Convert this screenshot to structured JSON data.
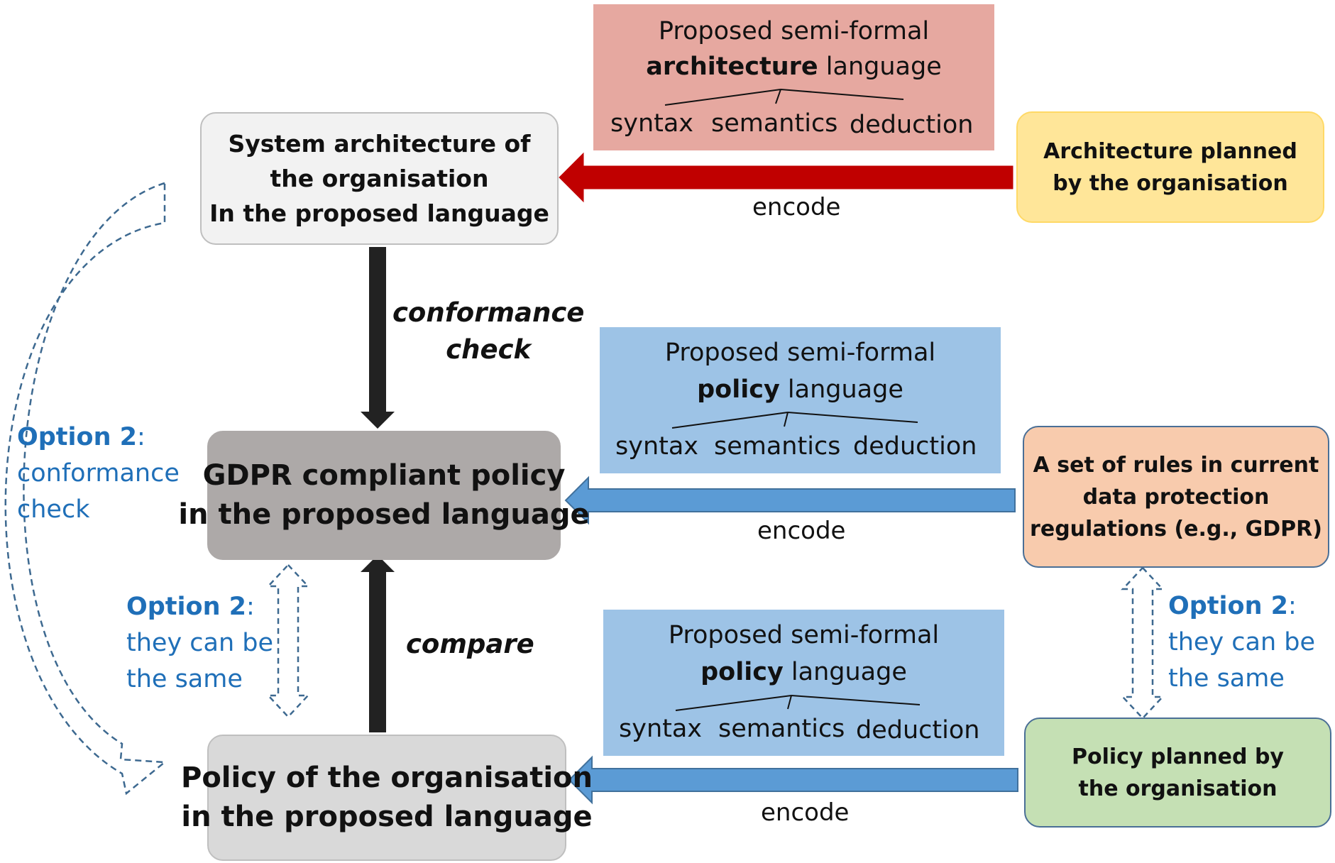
{
  "colors": {
    "arch_box_fill": "#f2f2f2",
    "gdpr_box_fill": "#ada9a8",
    "policy_box_fill": "#d9d9d9",
    "planned_arch_fill": "#ffe699",
    "rules_fill": "#f8cbad",
    "planned_policy_fill": "#c5e0b4",
    "arch_lang_fill": "#e6a8a0",
    "policy_lang_fill": "#9dc3e6",
    "red_arrow": "#c00000",
    "blue_arrow": "#5b9bd5",
    "black_arrow": "#222222",
    "option_text": "#1f6fb8",
    "dashed_stroke": "#3d6990"
  },
  "boxes": {
    "system_architecture": [
      "System architecture of",
      "the organisation",
      "In the proposed language"
    ],
    "gdpr_policy": [
      "GDPR compliant policy",
      "in the proposed language"
    ],
    "org_policy": [
      "Policy of the organisation",
      "in the proposed language"
    ],
    "architecture_planned": [
      "Architecture planned",
      "by the  organisation"
    ],
    "rules": [
      "A set of rules in current",
      "data protection",
      "regulations (e.g., GDPR)"
    ],
    "policy_planned": [
      "Policy planned by",
      "the organisation"
    ]
  },
  "languages": {
    "architecture": {
      "line1": "Proposed semi-formal",
      "keyword": "architecture",
      "suffix": " language",
      "parts": [
        "syntax",
        "semantics",
        "deduction"
      ]
    },
    "policy_top": {
      "line1": "Proposed semi-formal",
      "keyword": "policy",
      "suffix": " language",
      "parts": [
        "syntax",
        "semantics",
        "deduction"
      ]
    },
    "policy_bottom": {
      "line1": "Proposed semi-formal",
      "keyword": "policy",
      "suffix": " language",
      "parts": [
        "syntax",
        "semantics",
        "deduction"
      ]
    }
  },
  "arrows": {
    "encode_top": "encode",
    "encode_middle": "encode",
    "encode_bottom": "encode",
    "conformance": [
      "conformance",
      "check"
    ],
    "compare": "compare"
  },
  "options": {
    "left_conformance": {
      "head": "Option 2",
      "sep": ":",
      "lines": [
        "conformance",
        "check"
      ]
    },
    "center_same": {
      "head": "Option 2",
      "sep": ":",
      "lines": [
        "they can be",
        "the same"
      ]
    },
    "right_same": {
      "head": "Option 2",
      "sep": ":",
      "lines": [
        "they can be",
        "the same"
      ]
    }
  }
}
